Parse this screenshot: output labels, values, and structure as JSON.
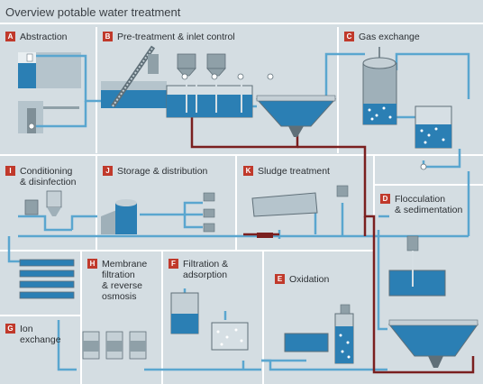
{
  "title": "Overview potable water treatment",
  "colors": {
    "background": "#d4dde2",
    "divider": "#ffffff",
    "water": "#2b7fb4",
    "pipe": "#5aa6cf",
    "sludge_pipe": "#7a1f1f",
    "badge": "#c0392b"
  },
  "sections": [
    {
      "letter": "A",
      "label": "Abstraction"
    },
    {
      "letter": "B",
      "label": "Pre-treatment & inlet control"
    },
    {
      "letter": "C",
      "label": "Gas exchange"
    },
    {
      "letter": "I",
      "label_line1": "Conditioning",
      "label_line2": "& disinfection"
    },
    {
      "letter": "J",
      "label": "Storage & distribution"
    },
    {
      "letter": "K",
      "label": "Sludge treatment"
    },
    {
      "letter": "D",
      "label_line1": "Flocculation",
      "label_line2": "& sedimentation"
    },
    {
      "letter": "H",
      "label_line1": "Membrane",
      "label_line2": "filtration",
      "label_line3": "& reverse",
      "label_line4": "osmosis"
    },
    {
      "letter": "F",
      "label_line1": "Filtration &",
      "label_line2": "adsorption"
    },
    {
      "letter": "E",
      "label": "Oxidation"
    },
    {
      "letter": "G",
      "label_line1": "Ion",
      "label_line2": "exchange"
    }
  ]
}
